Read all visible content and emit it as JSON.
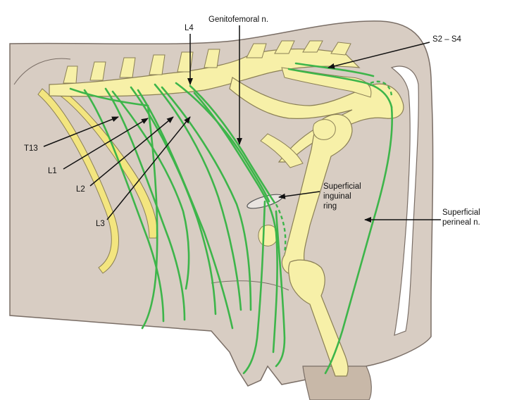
{
  "colors": {
    "background": "#ffffff",
    "body": "#d8cdc3",
    "body_outline": "#7a6e66",
    "bone": "#f7f0a8",
    "bone_outline": "#8a7f55",
    "rib": "#f3e57f",
    "nerve": "#3db54a",
    "arrow": "#111111",
    "leg": "#c8b8a8"
  },
  "labels": {
    "genitofemoral": "Genitofemoral n.",
    "l4": "L4",
    "s2_s4": "S2 – S4",
    "t13": "T13",
    "l1": "L1",
    "l2": "L2",
    "l3": "L3",
    "superficial_inguinal_ring": [
      "Superficial",
      "inguinal",
      "ring"
    ],
    "superficial_perineal": [
      "Superficial",
      "perineal n."
    ]
  }
}
